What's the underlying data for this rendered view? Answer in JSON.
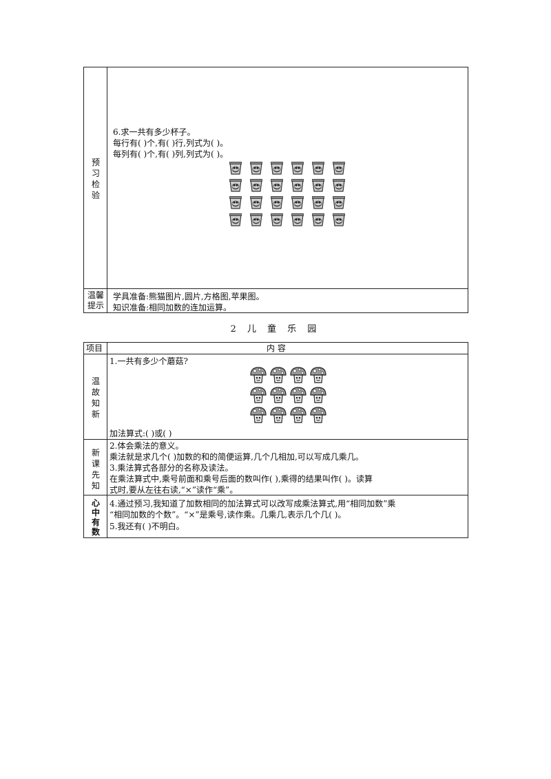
{
  "section1": {
    "label_preview": "预习检验",
    "q6": {
      "title": "6.求一共有多少杯子。",
      "line1": "每行有(      )个,有(      )行,列式为(                                          )。",
      "line2": "每列有(      )个,有(      )列,列式为(                                          )。",
      "cup_rows": 4,
      "cup_cols": 6
    },
    "label_tip": "温馨提示",
    "tip1": "学具准备:熊猫图片,圆片,方格图,苹果图。",
    "tip2": "知识准备:相同加数的连加运算。"
  },
  "heading": "2  儿 童 乐 园",
  "section2": {
    "col_item": "项目",
    "col_content": "内      容",
    "label_review": "温故知新",
    "q1": "1.一共有多少个蘑菇?",
    "mushroom_rows": 3,
    "mushroom_cols": 4,
    "q1_answer": "加法算式:(                          )或(                    )",
    "label_new": "新课先知",
    "q2": "2.体会乘法的意义。",
    "q2_text": "乘法就是求几个(      )加数的和的简便运算,几个几相加,可以写成几乘几。",
    "q3": "3.乘法算式各部分的名称及读法。",
    "q3_text1": "在乘法算式中,乘号前面和乘号后面的数叫作(      ),乘得的结果叫作(      )。读算",
    "q3_text2": "式时,要从左往右读,“×”读作“乘”。",
    "label_mind": "心中有数",
    "q4_line1": "4.通过预习,我知道了加数相同的加法算式可以改写成乘法算式,用“相同加数”乘",
    "q4_line2": "“相同加数的个数”。“×”是乘号,读作乘。几乘几,表示几个几(      )。",
    "q5": "5.我还有(                              )不明白。"
  }
}
